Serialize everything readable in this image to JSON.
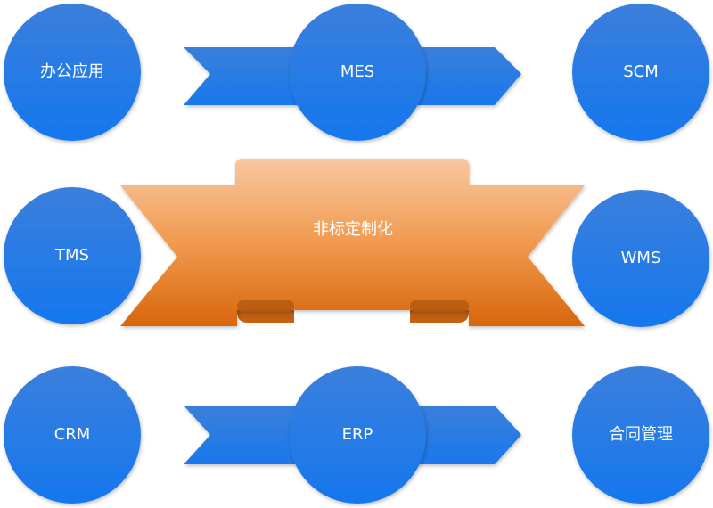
{
  "nodes": {
    "office_apps": "办公应用",
    "mes": "MES",
    "scm": "SCM",
    "tms": "TMS",
    "wms": "WMS",
    "crm": "CRM",
    "erp": "ERP",
    "contract_mgmt": "合同管理"
  },
  "center": {
    "label": "非标定制化"
  },
  "colors": {
    "node_blue_top": "#3d7fe0",
    "node_blue_bottom": "#1a6fe8",
    "arrow_blue": "#2f7fe6",
    "banner_orange_top": "#f7c49a",
    "banner_orange_bottom": "#d9690f",
    "banner_fold": "#b85a0e"
  }
}
